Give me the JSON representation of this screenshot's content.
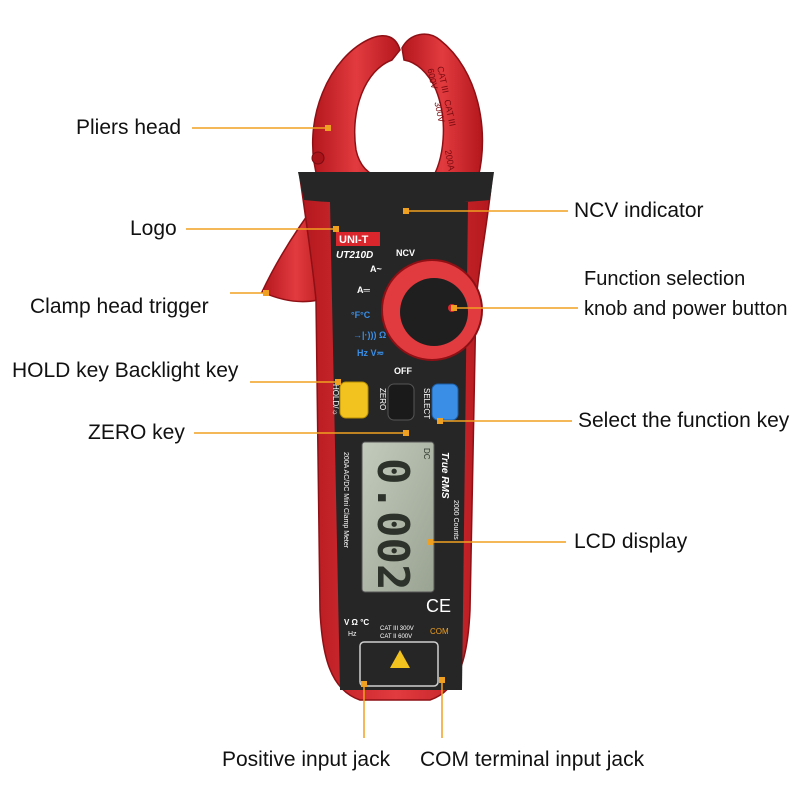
{
  "labels": {
    "pliers_head": "Pliers head",
    "logo": "Logo",
    "clamp_trigger": "Clamp head trigger",
    "hold_backlight": "HOLD key Backlight key",
    "zero_key": "ZERO key",
    "ncv_indicator": "NCV indicator",
    "function_knob": "Function selection knob and power button",
    "select_key": "Select the function key",
    "lcd_display": "LCD display",
    "positive_jack": "Positive input jack",
    "com_jack": "COM terminal input jack"
  },
  "device": {
    "brand": "UNI-T",
    "model": "UT210D",
    "clamp_cat1": "CAT III",
    "clamp_cat1_v": "600V",
    "clamp_cat2": "CAT III",
    "clamp_cat2_v": "300V",
    "clamp_rating": "200A",
    "dial": {
      "ncv": "NCV",
      "a_ac": "A~",
      "a_dc": "A═",
      "temp": "°F°C",
      "diode_ohm": "→|·))) Ω",
      "hz_v": "Hz V≂",
      "off": "OFF"
    },
    "hold_key": "HOLD/☼",
    "zero_key": "ZERO",
    "select_key": "SELECT",
    "lcd_reading": "0.002",
    "lcd_dc": "DC",
    "side_text_left": "200A AC/DC Mini Clamp Meter",
    "true_rms": "True RMS",
    "counts": "2000 Counts",
    "ce": "CE",
    "jack_symbols": "V Ω °C",
    "jack_hz": "Hz",
    "jack_cat1": "CAT III 300V",
    "jack_cat2": "CAT II 600V",
    "com": "COM"
  },
  "colors": {
    "body_red": "#d8262c",
    "body_dark": "#262626",
    "leader": "#f0a020",
    "hold_yellow": "#f2c21e",
    "select_blue": "#3a8ee6",
    "lcd_green": "#a9b3a1"
  }
}
